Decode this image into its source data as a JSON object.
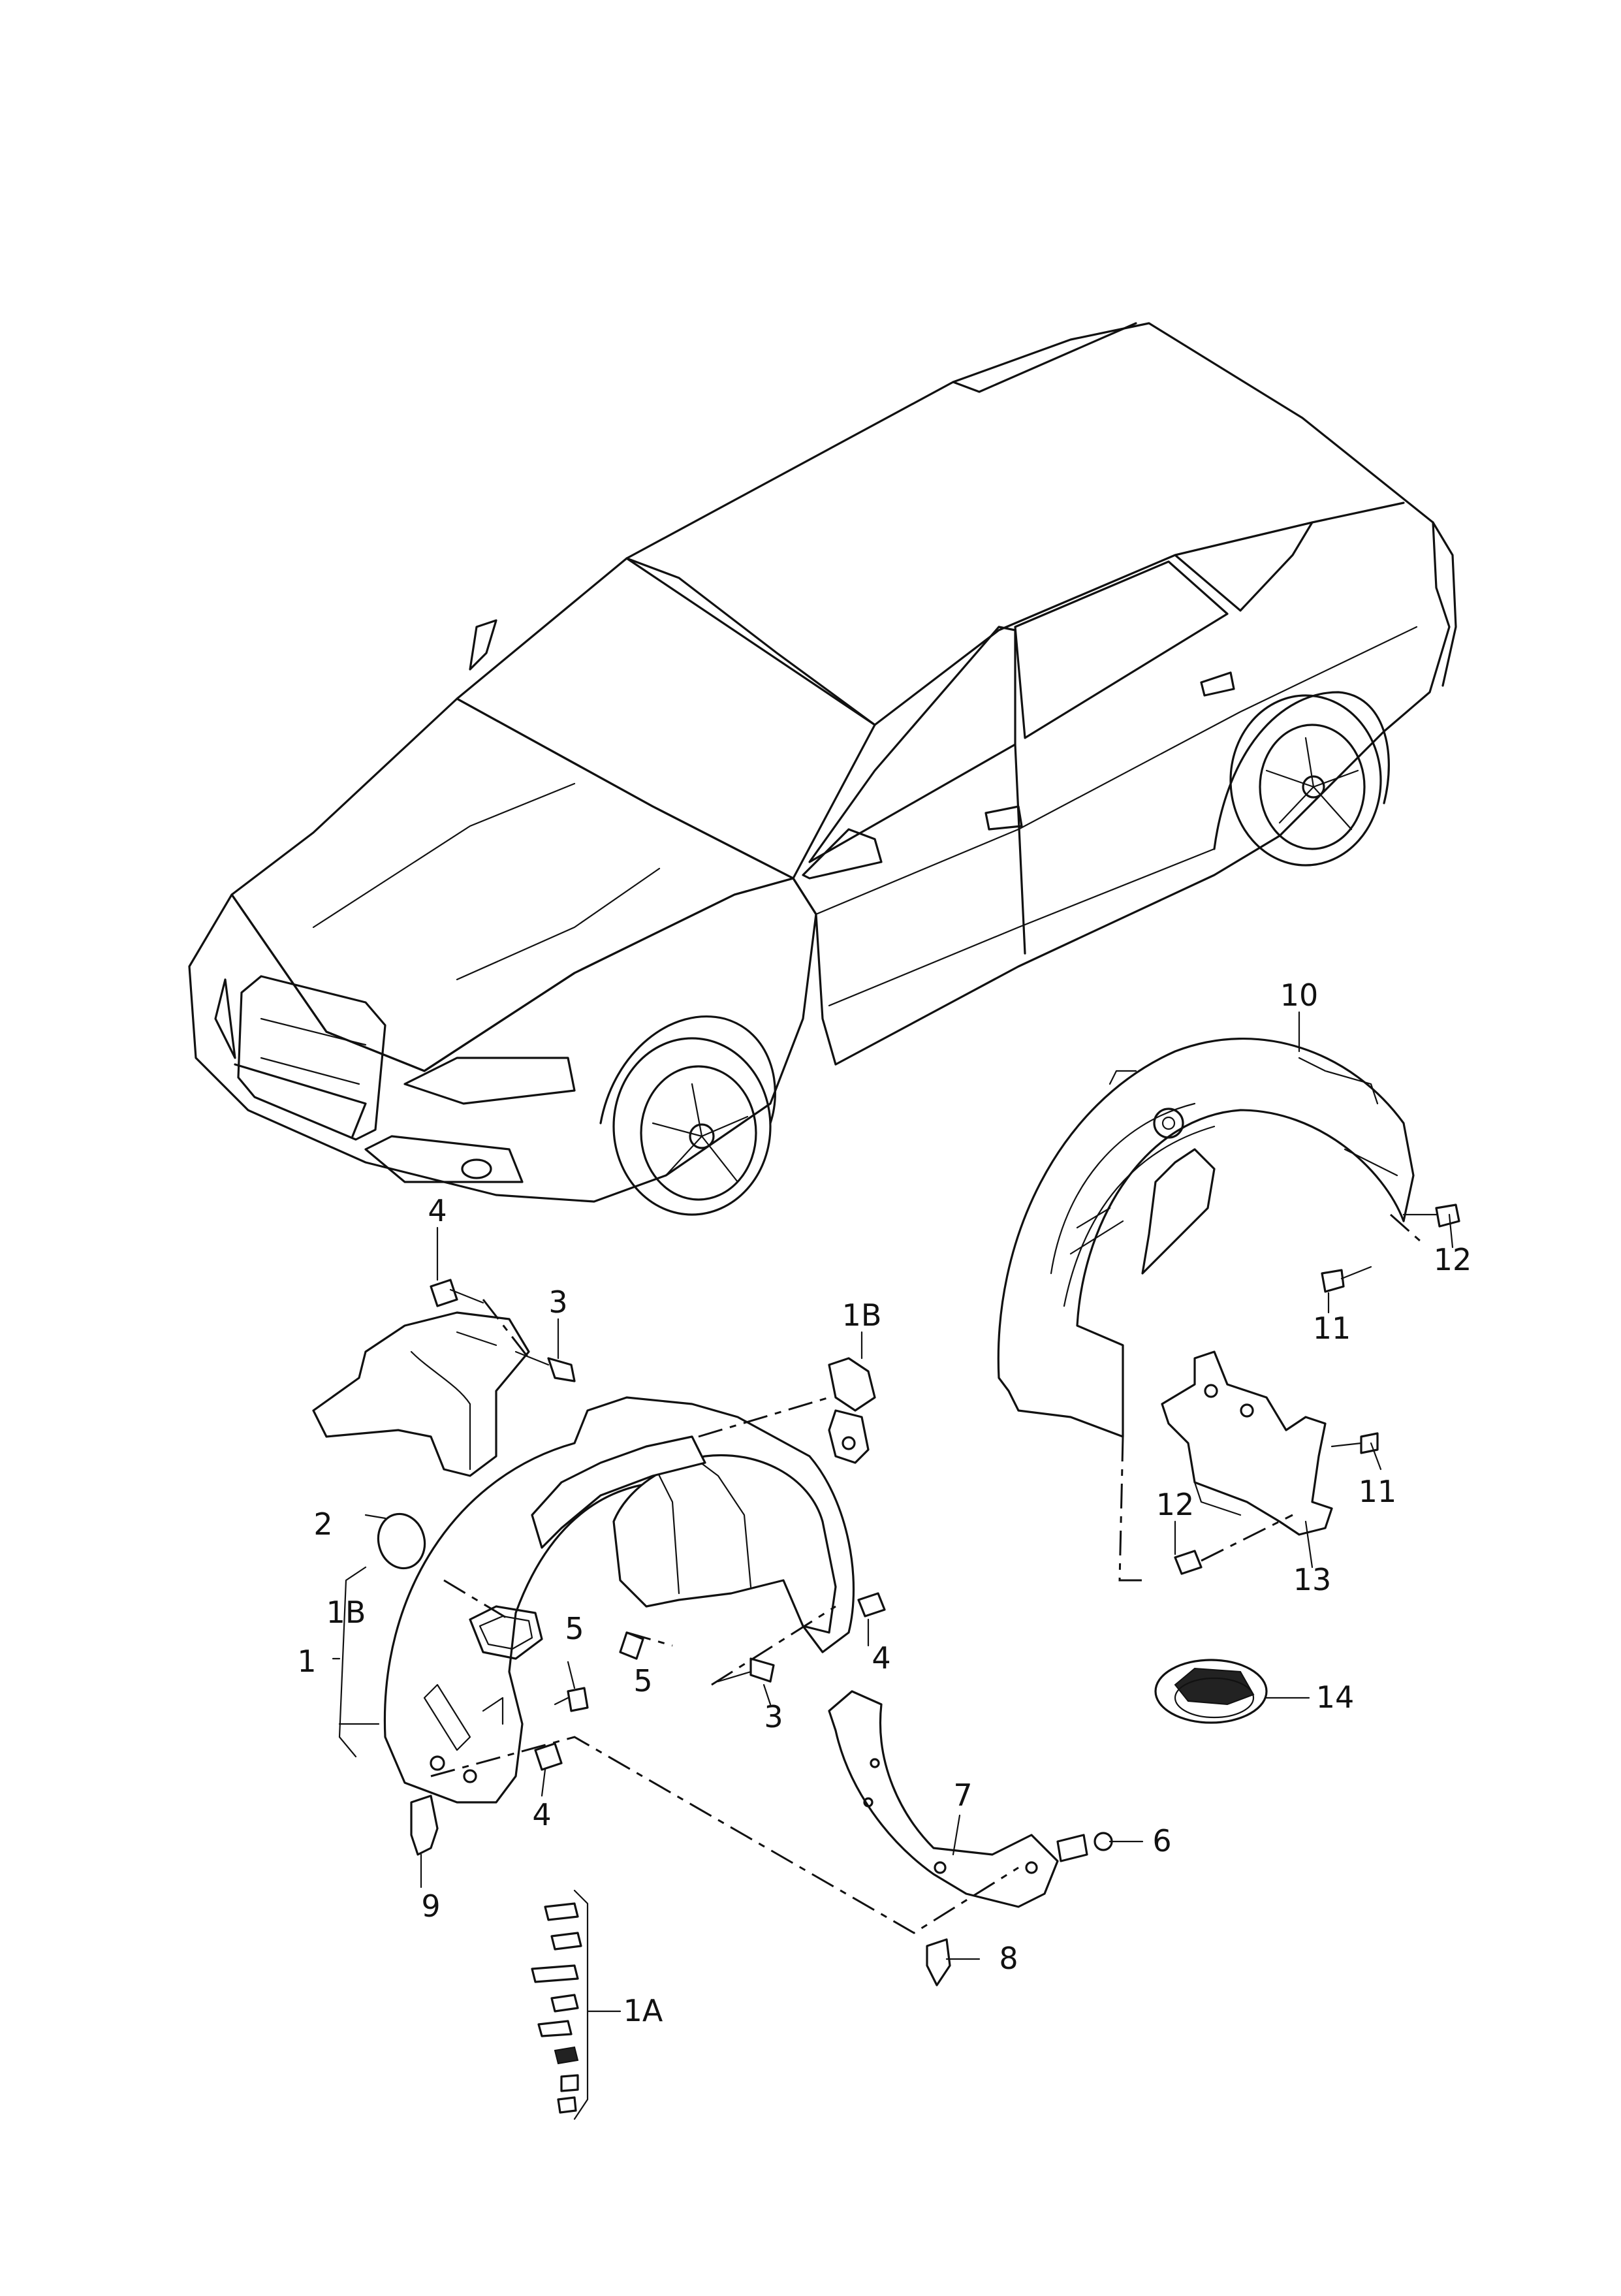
{
  "labels": {
    "p1": "1",
    "p1A": "1A",
    "p1B_top": "1B",
    "p1B_left": "1B",
    "p2": "2",
    "p3_top": "3",
    "p3_bottom": "3",
    "p4_top": "4",
    "p4_right": "4",
    "p4_bottom": "4",
    "p5_top": "5",
    "p5_bottom": "5",
    "p6": "6",
    "p7": "7",
    "p8": "8",
    "p9": "9",
    "p10": "10",
    "p11_top": "11",
    "p11_bottom": "11",
    "p12_top": "12",
    "p12_bottom": "12",
    "p13": "13",
    "p14": "14"
  }
}
